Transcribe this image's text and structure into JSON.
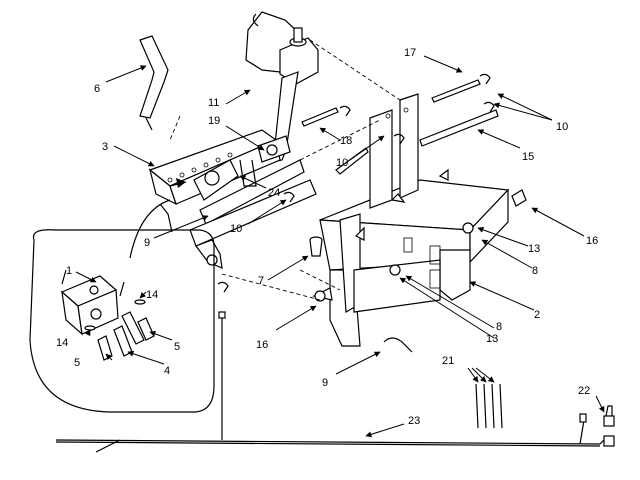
{
  "diagram": {
    "callouts": [
      {
        "id": "c1",
        "text": "1"
      },
      {
        "id": "c2",
        "text": "2"
      },
      {
        "id": "c3",
        "text": "3"
      },
      {
        "id": "c4",
        "text": "4"
      },
      {
        "id": "c5a",
        "text": "5"
      },
      {
        "id": "c5b",
        "text": "5"
      },
      {
        "id": "c6",
        "text": "6"
      },
      {
        "id": "c7",
        "text": "7"
      },
      {
        "id": "c8a",
        "text": "8"
      },
      {
        "id": "c8b",
        "text": "8"
      },
      {
        "id": "c9a",
        "text": "9"
      },
      {
        "id": "c9b",
        "text": "9"
      },
      {
        "id": "c10a",
        "text": "10"
      },
      {
        "id": "c10b",
        "text": "10"
      },
      {
        "id": "c10c",
        "text": "10"
      },
      {
        "id": "c11",
        "text": "11"
      },
      {
        "id": "c13a",
        "text": "13"
      },
      {
        "id": "c13b",
        "text": "13"
      },
      {
        "id": "c14a",
        "text": "14"
      },
      {
        "id": "c14b",
        "text": "14"
      },
      {
        "id": "c15",
        "text": "15"
      },
      {
        "id": "c16a",
        "text": "16"
      },
      {
        "id": "c16b",
        "text": "16"
      },
      {
        "id": "c17",
        "text": "17"
      },
      {
        "id": "c18",
        "text": "18"
      },
      {
        "id": "c19",
        "text": "19"
      },
      {
        "id": "c21",
        "text": "21"
      },
      {
        "id": "c22",
        "text": "22"
      },
      {
        "id": "c23",
        "text": "23"
      },
      {
        "id": "c24",
        "text": "24"
      }
    ]
  }
}
